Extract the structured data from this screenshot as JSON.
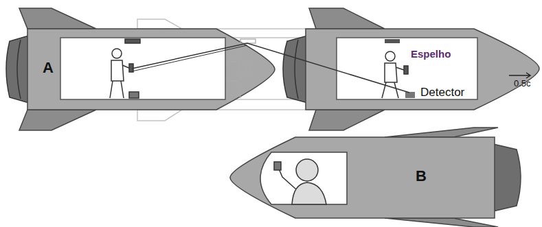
{
  "diagram": {
    "nodes": [
      {
        "text": [
          "A"
        ]
      },
      {
        "text": [
          "B"
        ]
      }
    ],
    "labels": [
      "Espelho",
      "Detector",
      "0.5c"
    ]
  }
}
